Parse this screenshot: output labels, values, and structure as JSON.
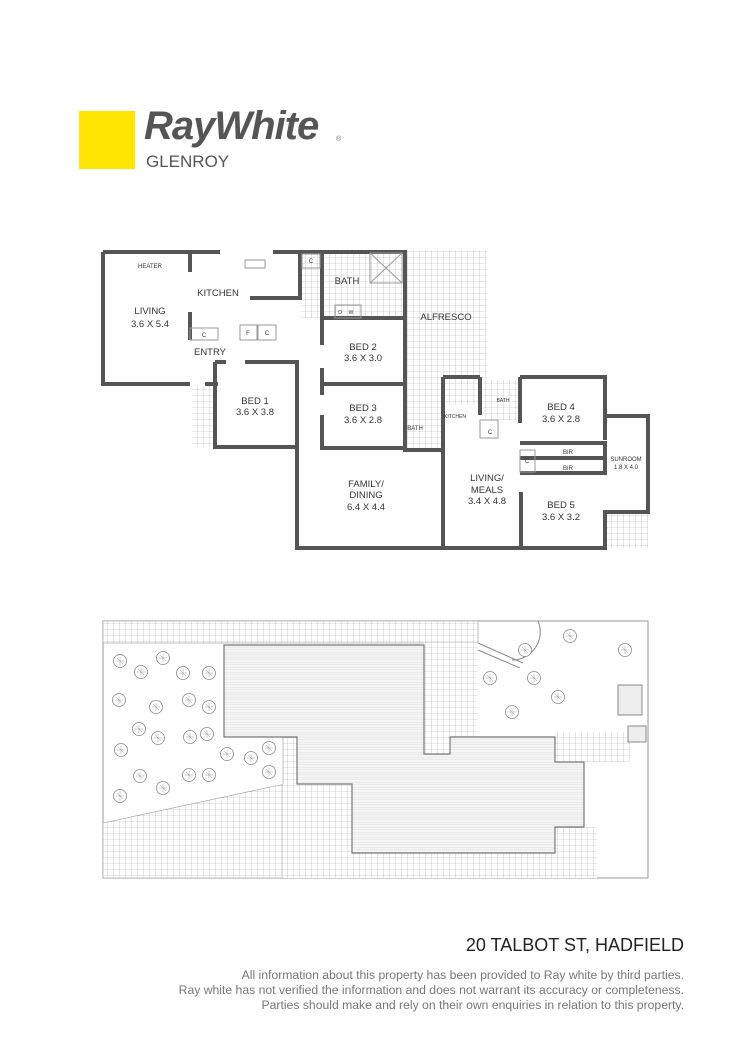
{
  "logo": {
    "brand": "RayWhite",
    "registered": "®",
    "office": "GLENROY",
    "brand_color": "#ffe500"
  },
  "floorplan": {
    "heater": "HEATER",
    "kitchen": "KITCHEN",
    "living": {
      "name": "LIVING",
      "size": "3.6 X 5.4"
    },
    "closet": "C",
    "fridge": "F",
    "bath": "BATH",
    "dryer": "D",
    "washer": "W",
    "entry": "ENTRY",
    "bed1": {
      "name": "BED 1",
      "size": "3.6 X 3.8"
    },
    "bed2": {
      "name": "BED 2",
      "size": "3.6 X 3.0"
    },
    "bed3": {
      "name": "BED 3",
      "size": "3.6 X 2.8"
    },
    "family": {
      "name1": "FAMILY/",
      "name2": "DINING",
      "size": "6.4 X 4.4"
    },
    "alfresco": "ALFRESCO",
    "kitchen2": "KITCHEN",
    "bed4": {
      "name": "BED 4",
      "size": "3.6 X 2.8"
    },
    "bir": "BIR",
    "sunroom": {
      "name": "SUNROOM",
      "size": "1.8 X 4.0"
    },
    "living_meals": {
      "name1": "LIVING/",
      "name2": "MEALS",
      "size": "3.4 X 4.8"
    },
    "bed5": {
      "name": "BED 5",
      "size": "3.6 X 3.2"
    },
    "wall_color": "#555555"
  },
  "footer": {
    "address": "20 TALBOT ST, HADFIELD",
    "disclaimer": [
      "All information about this property has been provided to Ray white by third parties.",
      "Ray white has not verified the information and does not warrant its accuracy or completeness.",
      "Parties should make and rely on their own enquiries in relation to this property."
    ]
  }
}
